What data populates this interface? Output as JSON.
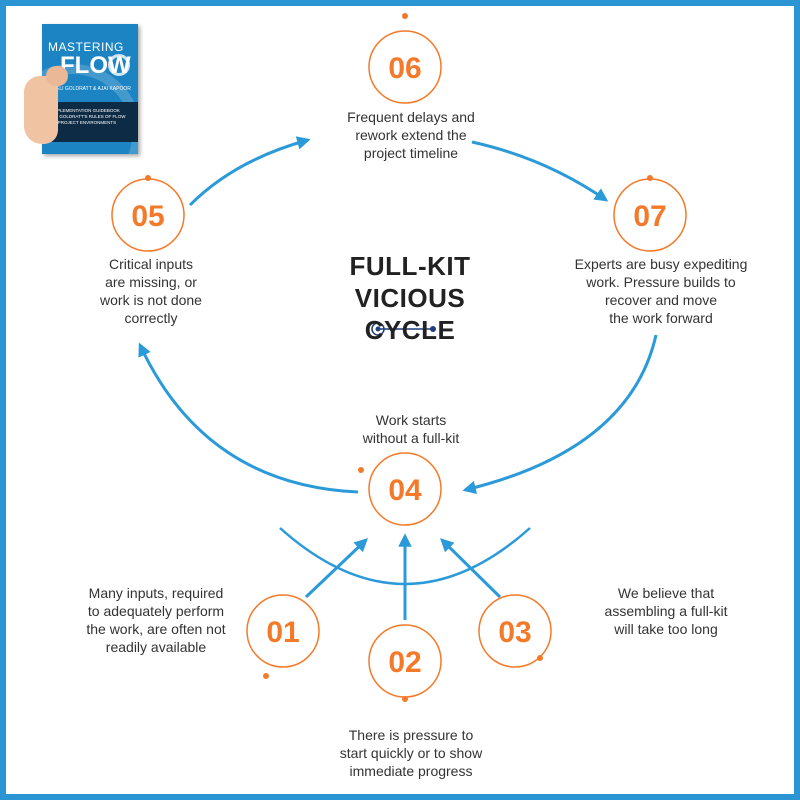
{
  "book": {
    "title_line1": "MASTERING",
    "title_line2": "FLOW",
    "authors": "ELI GOLDRATT & AJAI KAPOOR",
    "subtitle": "IMPLEMENTATION GUIDEBOOK\nTO GOLDRATT'S RULES OF FLOW\nIN PROJECT ENVIRONMENTS"
  },
  "title": "FULL-KIT\nVICIOUS CYCLE",
  "nodes": [
    {
      "num": "01",
      "text": "Many inputs, required\nto adequately perform\nthe work, are often not\nreadily available"
    },
    {
      "num": "02",
      "text": "There is pressure to\nstart quickly or to show\nimmediate progress"
    },
    {
      "num": "03",
      "text": "We believe that\nassembling a full-kit\nwill take too long"
    },
    {
      "num": "04",
      "text": "Work starts\nwithout a full-kit"
    },
    {
      "num": "05",
      "text": "Critical inputs\nare missing, or\nwork is not done\ncorrectly"
    },
    {
      "num": "06",
      "text": "Frequent delays and\nrework extend the\nproject timeline"
    },
    {
      "num": "07",
      "text": "Experts are busy expediting\nwork. Pressure builds to\nrecover and move\nthe work forward"
    }
  ],
  "colors": {
    "accent": "#f47a2a",
    "arrow": "#2b9ad8",
    "frame": "#2b95d3",
    "text": "#333333"
  }
}
